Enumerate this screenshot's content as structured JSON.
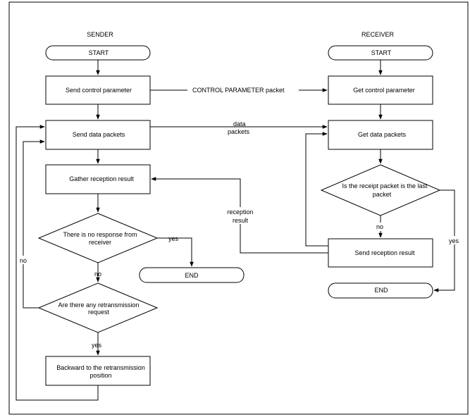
{
  "sender": {
    "title": "SENDER",
    "start": "START",
    "send_control": "Send control parameter",
    "send_data": "Send data packets",
    "gather": "Gather reception result",
    "no_response_l1": "There is no response from",
    "no_response_l2": "receiver",
    "retrans_l1": "Are there any retransmission",
    "retrans_l2": "request",
    "backward_l1": "Backward to the retransmission",
    "backward_l2": "position",
    "end": "END"
  },
  "receiver": {
    "title": "RECEIVER",
    "start": "START",
    "get_control": "Get control parameter",
    "get_data": "Get data packets",
    "last_l1": "Is the receipt packet is the last",
    "last_l2": "packet",
    "send_result": "Send reception result",
    "end": "END"
  },
  "edges": {
    "control_packet": "CONTROL PARAMETER packet",
    "data_l1": "data",
    "data_l2": "packets",
    "reception_l1": "reception",
    "reception_l2": "result",
    "yes_noresp": "yes",
    "no_noresp": "no",
    "yes_retrans": "yes",
    "no_retrans": "no",
    "no_last": "no",
    "yes_last": "yes"
  }
}
